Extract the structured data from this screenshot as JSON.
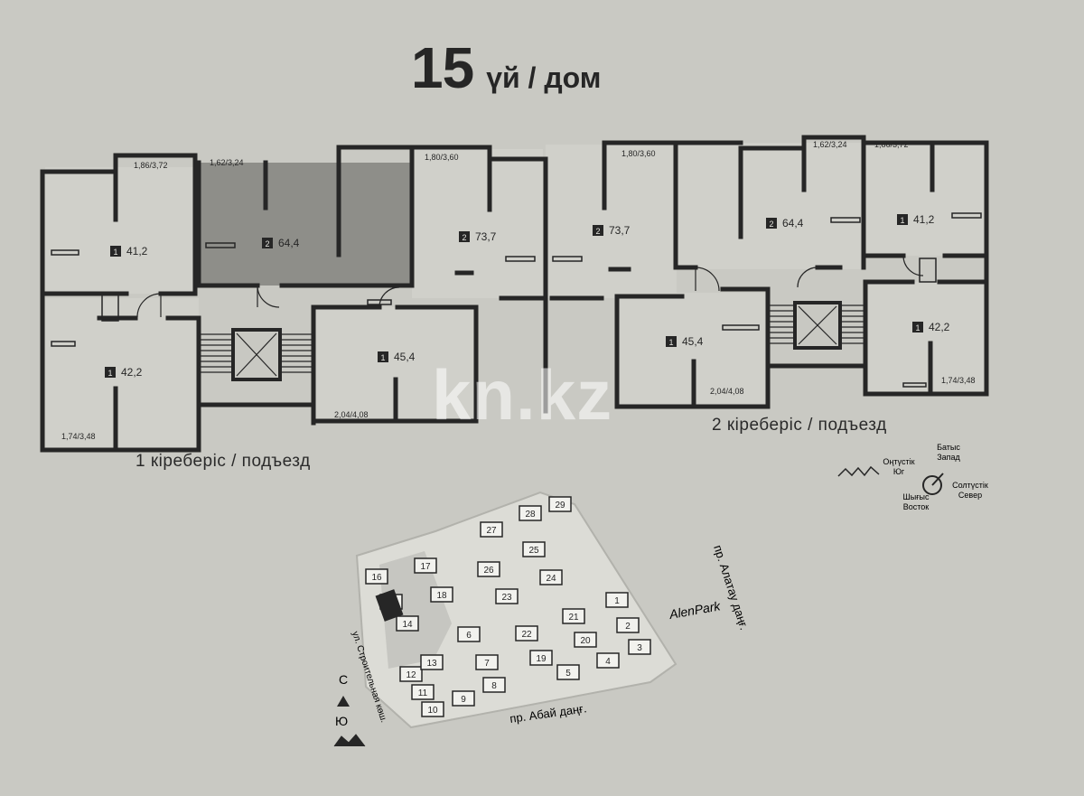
{
  "header": {
    "number": "15",
    "text": "үй / дом"
  },
  "entrances": [
    {
      "label": "1 кіреберіс / подъезд"
    },
    {
      "label": "2 кіреберіс / подъезд"
    }
  ],
  "apartments": [
    {
      "rooms": "1",
      "area": "41,2",
      "size": "1,86/3,72"
    },
    {
      "rooms": "2",
      "area": "64,4",
      "size": "1,62/3,24",
      "highlighted": true
    },
    {
      "rooms": "2",
      "area": "73,7",
      "size": "1,80/3,60"
    },
    {
      "rooms": "2",
      "area": "73,7",
      "size": "1,80/3,60"
    },
    {
      "rooms": "2",
      "area": "64,4",
      "size": "1,62/3,24"
    },
    {
      "rooms": "1",
      "area": "41,2",
      "size": "1,86/3,72"
    },
    {
      "rooms": "1",
      "area": "42,2",
      "size": "1,74/3,48"
    },
    {
      "rooms": "1",
      "area": "45,4",
      "size": "2,04/4,08"
    },
    {
      "rooms": "1",
      "area": "45,4",
      "size": "2,04/4,08"
    },
    {
      "rooms": "1",
      "area": "42,2",
      "size": "1,74/3,48"
    }
  ],
  "compass": {
    "south": "Оңтүстік\nЮг",
    "west": "Батыс\nЗапад",
    "north": "Солтүстік\nСевер",
    "east": "Шығыс\nВосток"
  },
  "site_plan": {
    "buildings": [
      "1",
      "2",
      "3",
      "4",
      "5",
      "6",
      "7",
      "8",
      "9",
      "10",
      "11",
      "12",
      "13",
      "14",
      "15",
      "16",
      "17",
      "18",
      "19",
      "20",
      "21",
      "22",
      "23",
      "24",
      "25",
      "26",
      "27",
      "28",
      "29"
    ],
    "streets": {
      "alatau": "пр. Алатау даңғ.",
      "abai": "пр. Абай даңғ.",
      "stroitelnaya": "ул. Строительная көш."
    },
    "brand": "AlenPark",
    "north_mark": "С",
    "south_mark": "Ю"
  },
  "watermark": "kn.kz",
  "colors": {
    "wall": "#262626",
    "highlight": "#8e8e89",
    "paper": "#c9c9c3",
    "room": "#d2d2cc"
  }
}
